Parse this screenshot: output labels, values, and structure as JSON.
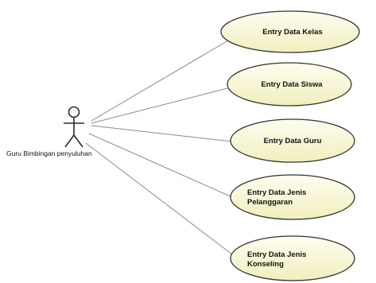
{
  "actor": {
    "label": "Guru Bimbingan penyuluhan"
  },
  "use_cases": [
    {
      "lines": [
        "Entry Data Kelas"
      ]
    },
    {
      "lines": [
        "Entry Data Siswa"
      ]
    },
    {
      "lines": [
        "Entry Data Guru"
      ]
    },
    {
      "lines": [
        "Entry Data Jenis",
        "Pelanggaran"
      ]
    },
    {
      "lines": [
        "Entry Data Jenis",
        "Konseling"
      ]
    }
  ],
  "colors": {
    "use_case_fill_top": "#fdfdf0",
    "use_case_fill_bottom": "#f1efbd",
    "use_case_border": "#333333",
    "association_line": "#8a8a8a"
  }
}
